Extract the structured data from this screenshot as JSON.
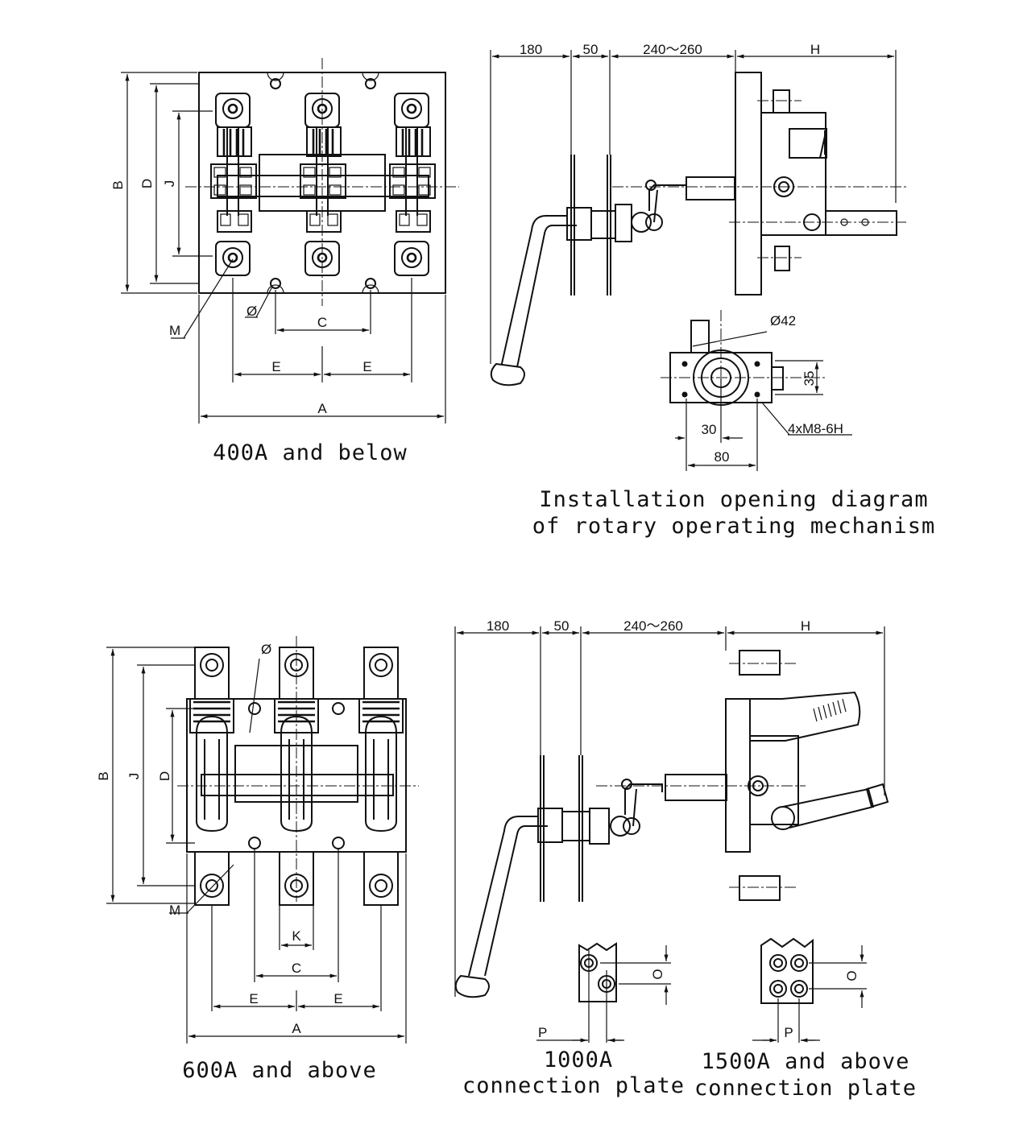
{
  "captions": {
    "top_left": "400A and below",
    "top_right_line1": "Installation opening diagram",
    "top_right_line2": "of rotary operating mechanism",
    "bottom_left": "600A and above",
    "plate_1000_line1": "1000A",
    "plate_1000_line2": "connection plate",
    "plate_1500_line1": "1500A and above",
    "plate_1500_line2": "connection plate"
  },
  "labels": {
    "A": "A",
    "B": "B",
    "C": "C",
    "D": "D",
    "E": "E",
    "H": "H",
    "J": "J",
    "K": "K",
    "M": "M",
    "O": "O",
    "P": "P",
    "phi": "Ø"
  },
  "dimensions": {
    "d180": "180",
    "d50": "50",
    "d240_260": "240～260",
    "phi42": "Ø42",
    "d35": "35",
    "d30": "30",
    "d80": "80",
    "thread": "4xM8-6H"
  }
}
